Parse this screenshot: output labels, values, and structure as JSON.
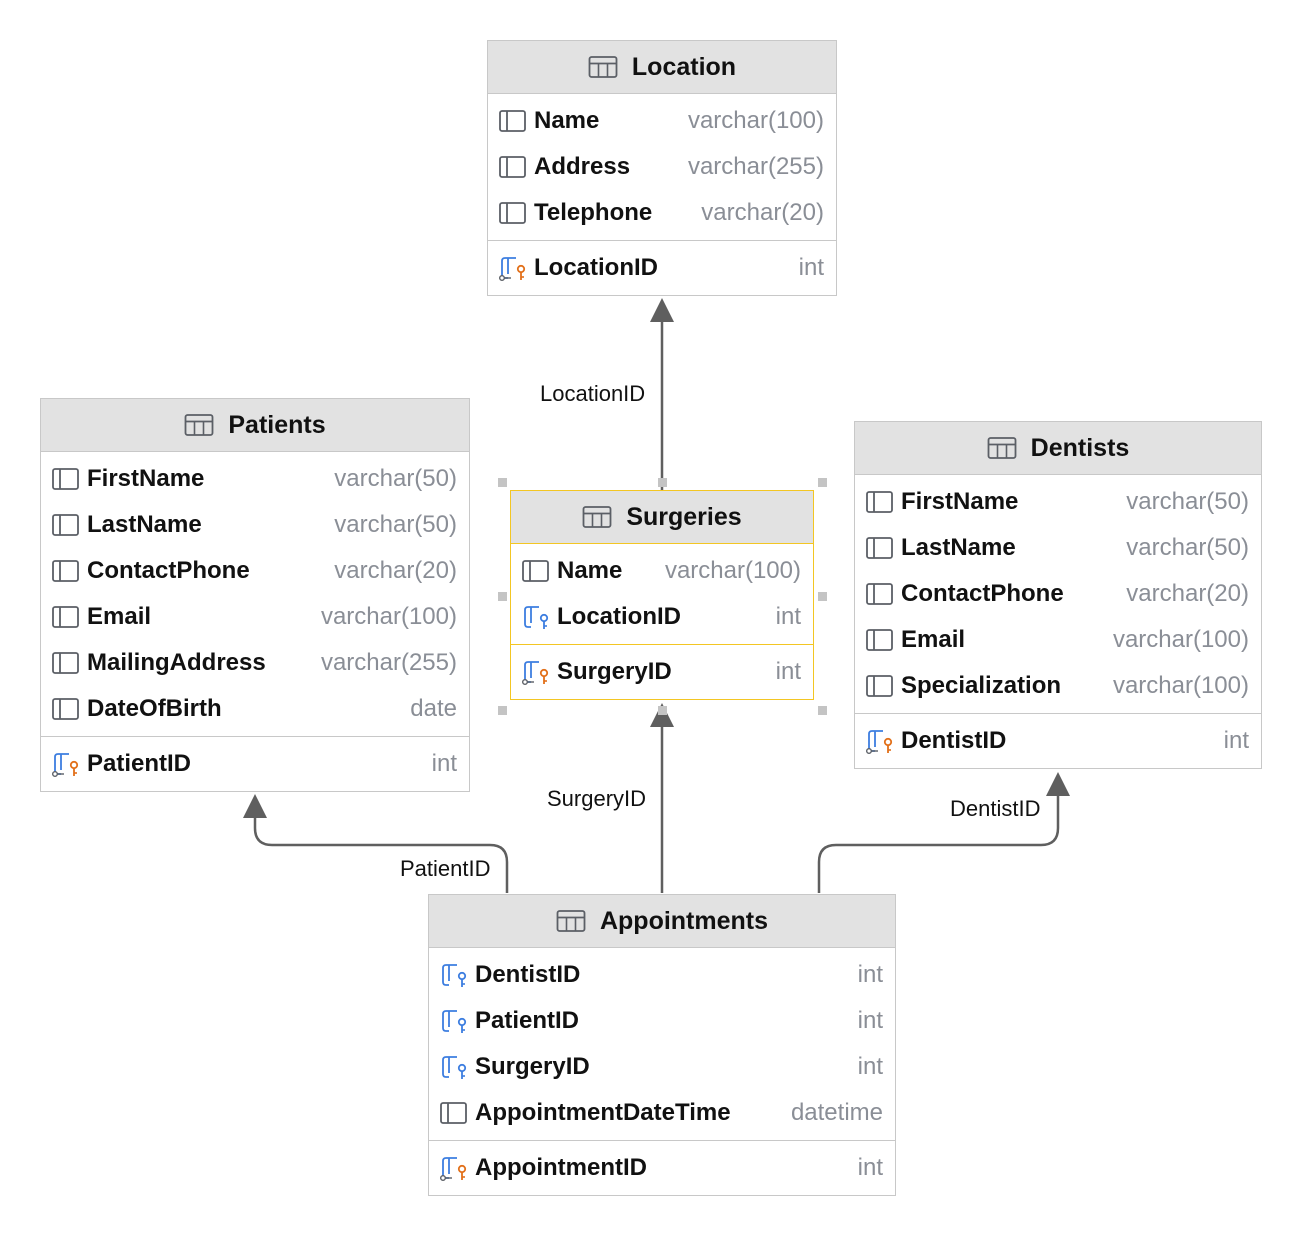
{
  "tables": {
    "location": {
      "title": "Location",
      "columns": [
        {
          "name": "Name",
          "type": "varchar(100)"
        },
        {
          "name": "Address",
          "type": "varchar(255)"
        },
        {
          "name": "Telephone",
          "type": "varchar(20)"
        }
      ],
      "pk": {
        "name": "LocationID",
        "type": "int"
      }
    },
    "patients": {
      "title": "Patients",
      "columns": [
        {
          "name": "FirstName",
          "type": "varchar(50)"
        },
        {
          "name": "LastName",
          "type": "varchar(50)"
        },
        {
          "name": "ContactPhone",
          "type": "varchar(20)"
        },
        {
          "name": "Email",
          "type": "varchar(100)"
        },
        {
          "name": "MailingAddress",
          "type": "varchar(255)"
        },
        {
          "name": "DateOfBirth",
          "type": "date"
        }
      ],
      "pk": {
        "name": "PatientID",
        "type": "int"
      }
    },
    "surgeries": {
      "title": "Surgeries",
      "columns": [
        {
          "name": "Name",
          "type": "varchar(100)"
        },
        {
          "name": "LocationID",
          "type": "int"
        }
      ],
      "pk": {
        "name": "SurgeryID",
        "type": "int"
      }
    },
    "dentists": {
      "title": "Dentists",
      "columns": [
        {
          "name": "FirstName",
          "type": "varchar(50)"
        },
        {
          "name": "LastName",
          "type": "varchar(50)"
        },
        {
          "name": "ContactPhone",
          "type": "varchar(20)"
        },
        {
          "name": "Email",
          "type": "varchar(100)"
        },
        {
          "name": "Specialization",
          "type": "varchar(100)"
        }
      ],
      "pk": {
        "name": "DentistID",
        "type": "int"
      }
    },
    "appointments": {
      "title": "Appointments",
      "columns": [
        {
          "name": "DentistID",
          "type": "int"
        },
        {
          "name": "PatientID",
          "type": "int"
        },
        {
          "name": "SurgeryID",
          "type": "int"
        },
        {
          "name": "AppointmentDateTime",
          "type": "datetime"
        }
      ],
      "pk": {
        "name": "AppointmentID",
        "type": "int"
      }
    }
  },
  "relations": [
    {
      "label": "LocationID",
      "from": "Surgeries",
      "to": "Location"
    },
    {
      "label": "SurgeryID",
      "from": "Appointments",
      "to": "Surgeries"
    },
    {
      "label": "PatientID",
      "from": "Appointments",
      "to": "Patients"
    },
    {
      "label": "DentistID",
      "from": "Appointments",
      "to": "Dentists"
    }
  ],
  "colors": {
    "header_bg": "#e2e2e2",
    "border": "#c8c8c8",
    "selected_border": "#f3c623",
    "type_text": "#8a8e96",
    "icon_gray": "#5b5f66",
    "fk_blue": "#3d7ee0",
    "pk_orange": "#e2701a",
    "connector": "#5f5f5f"
  }
}
